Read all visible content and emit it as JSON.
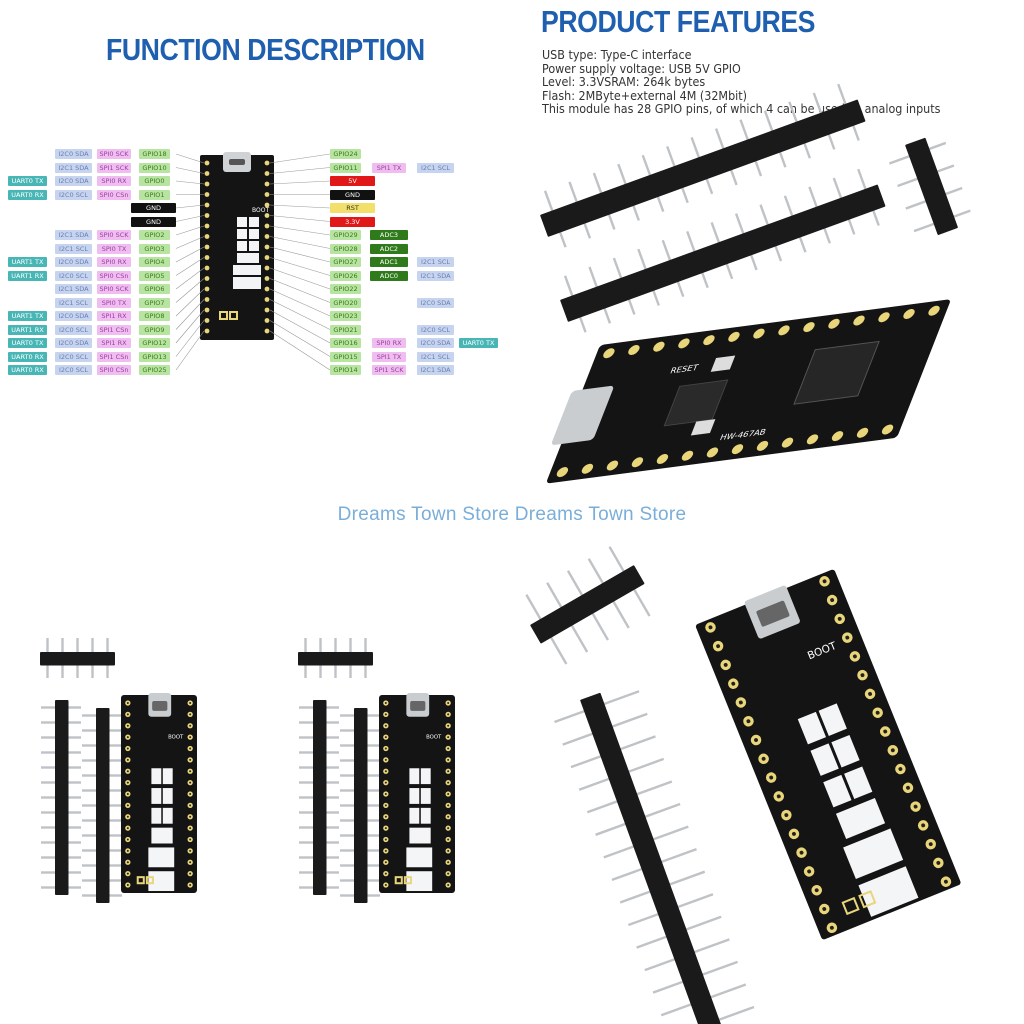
{
  "function_title": "FUNCTION DESCRIPTION",
  "features_title": "PRODUCT FEATURES",
  "features": [
    "USB type: Type-C interface",
    "Power supply voltage: USB 5V GPIO",
    "Level: 3.3VSRAM: 264k bytes",
    "Flash: 2MByte+external 4M (32Mbit)",
    "This module has 28 GPIO pins, of which 4 can be used as analog inputs"
  ],
  "watermark": "Dreams Town Store Dreams Town Store",
  "board_silkscreen": {
    "boot": "BOOT",
    "reset": "RESET",
    "model": "HW-467AB"
  },
  "pinout": {
    "left": [
      {
        "uart": "",
        "i2c": "I2C0 SDA",
        "spi": "SPI0 SCK",
        "gpio": "GPIO18"
      },
      {
        "uart": "",
        "i2c": "I2C1 SDA",
        "spi": "SPI1 SCK",
        "gpio": "GPIO10"
      },
      {
        "uart": "UART0 TX",
        "i2c": "I2C0 SDA",
        "spi": "SPI0 RX",
        "gpio": "GPIO0"
      },
      {
        "uart": "UART0 RX",
        "i2c": "I2C0 SCL",
        "spi": "SPI0 CSn",
        "gpio": "GPIO1"
      },
      {
        "power": "GND"
      },
      {
        "power": "GND"
      },
      {
        "uart": "",
        "i2c": "I2C1 SDA",
        "spi": "SPI0 SCK",
        "gpio": "GPIO2"
      },
      {
        "uart": "",
        "i2c": "I2C1 SCL",
        "spi": "SPI0 TX",
        "gpio": "GPIO3"
      },
      {
        "uart": "UART1 TX",
        "i2c": "I2C0 SDA",
        "spi": "SPI0 RX",
        "gpio": "GPIO4"
      },
      {
        "uart": "UART1 RX",
        "i2c": "I2C0 SCL",
        "spi": "SPI0 CSn",
        "gpio": "GPIO5"
      },
      {
        "uart": "",
        "i2c": "I2C1 SDA",
        "spi": "SPI0 SCK",
        "gpio": "GPIO6"
      },
      {
        "uart": "",
        "i2c": "I2C1 SCL",
        "spi": "SPI0 TX",
        "gpio": "GPIO7"
      },
      {
        "uart": "UART1 TX",
        "i2c": "I2C0 SDA",
        "spi": "SPI1 RX",
        "gpio": "GPIO8"
      },
      {
        "uart": "UART1 RX",
        "i2c": "I2C0 SCL",
        "spi": "SPI1 CSn",
        "gpio": "GPIO9"
      },
      {
        "uart": "UART0 TX",
        "i2c": "I2C0 SDA",
        "spi": "SPI1 RX",
        "gpio": "GPIO12"
      },
      {
        "uart": "UART0 RX",
        "i2c": "I2C0 SCL",
        "spi": "SPI1 CSn",
        "gpio": "GPIO13"
      },
      {
        "uart": "UART0 RX",
        "i2c": "I2C0 SCL",
        "spi": "SPI0 CSn",
        "gpio": "GPIO25"
      }
    ],
    "right": [
      {
        "gpio": "GPIO24",
        "extra": "",
        "i2c": ""
      },
      {
        "gpio": "GPIO11",
        "extra": "SPI1 TX",
        "i2c": "I2C1 SCL"
      },
      {
        "power": "5V",
        "kind": "red"
      },
      {
        "power": "GND",
        "kind": "blk"
      },
      {
        "power": "RST",
        "kind": "yel"
      },
      {
        "power": "3.3V",
        "kind": "red"
      },
      {
        "gpio": "GPIO29",
        "adc": "ADC3",
        "i2c": ""
      },
      {
        "gpio": "GPIO28",
        "adc": "ADC2",
        "i2c": ""
      },
      {
        "gpio": "GPIO27",
        "adc": "ADC1",
        "i2c": "I2C1 SCL"
      },
      {
        "gpio": "GPIO26",
        "adc": "ADC0",
        "i2c": "I2C1 SDA"
      },
      {
        "gpio": "GPIO22",
        "extra": "",
        "i2c": ""
      },
      {
        "gpio": "GPIO20",
        "extra": "",
        "i2c": "I2C0 SDA"
      },
      {
        "gpio": "GPIO23",
        "extra": "",
        "i2c": ""
      },
      {
        "gpio": "GPIO21",
        "extra": "",
        "i2c": "I2C0 SCL"
      },
      {
        "gpio": "GPIO16",
        "extra": "SPI0 RX",
        "i2c": "I2C0 SDA",
        "uart": "UART0 TX"
      },
      {
        "gpio": "GPIO15",
        "extra": "SPI1 TX",
        "i2c": "I2C1 SCL"
      },
      {
        "gpio": "GPIO14",
        "extra": "SPI1 SCK",
        "i2c": "I2C1 SDA"
      }
    ]
  },
  "colors": {
    "heading": "#1e5fb0",
    "watermark": "#7aaed9",
    "pcb": "#141414",
    "pad_gold": "#e9d57a",
    "pin_black": "#1a1a1a",
    "pin_silver": "#bfc3c7"
  }
}
